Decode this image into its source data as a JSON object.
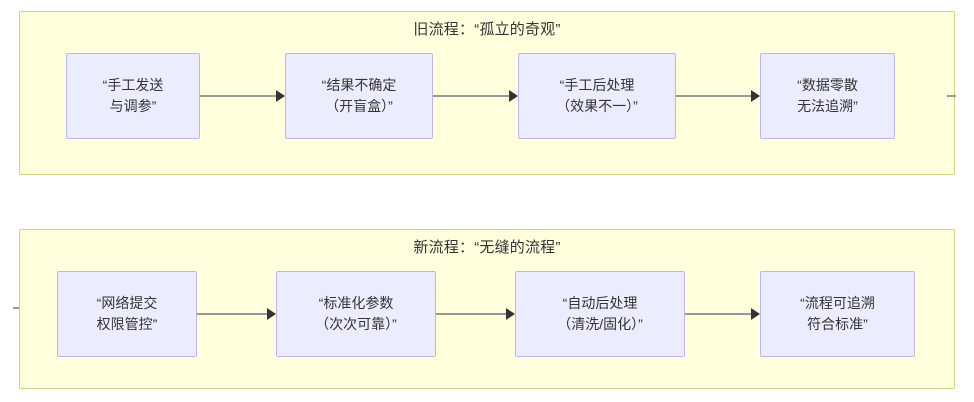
{
  "diagram": {
    "type": "flowchart",
    "background_color": "#ffffff",
    "panel_fill": "#ffffde",
    "panel_border": "#d3d37f",
    "node_fill": "#ececff",
    "node_border": "#c3b3e8",
    "edge_color": "#999999",
    "arrowhead_color": "#333333",
    "text_color": "#333333",
    "panels": [
      {
        "id": "old-process",
        "title": "旧流程：“孤立的奇观”",
        "nodes": [
          {
            "id": "old-1",
            "line1": "“手工发送",
            "line2": "与调参”"
          },
          {
            "id": "old-2",
            "line1": "“结果不确定",
            "line2": "（开盲盒）”"
          },
          {
            "id": "old-3",
            "line1": "“手工后处理",
            "line2": "（效果不一）”"
          },
          {
            "id": "old-4",
            "line1": "“数据零散",
            "line2": "无法追溯”"
          }
        ],
        "edges": [
          {
            "from": "old-1",
            "to": "old-2"
          },
          {
            "from": "old-2",
            "to": "old-3"
          },
          {
            "from": "old-3",
            "to": "old-4"
          }
        ]
      },
      {
        "id": "new-process",
        "title": "新流程：“无缝的流程”",
        "nodes": [
          {
            "id": "new-1",
            "line1": "“网络提交",
            "line2": "权限管控”"
          },
          {
            "id": "new-2",
            "line1": "“标准化参数",
            "line2": "（次次可靠）”"
          },
          {
            "id": "new-3",
            "line1": "“自动后处理",
            "line2": "（清洗/固化）”"
          },
          {
            "id": "new-4",
            "line1": "“流程可追溯",
            "line2": "符合标准”"
          }
        ],
        "edges": [
          {
            "from": "new-1",
            "to": "new-2"
          },
          {
            "from": "new-2",
            "to": "new-3"
          },
          {
            "from": "new-3",
            "to": "new-4"
          }
        ]
      }
    ]
  }
}
